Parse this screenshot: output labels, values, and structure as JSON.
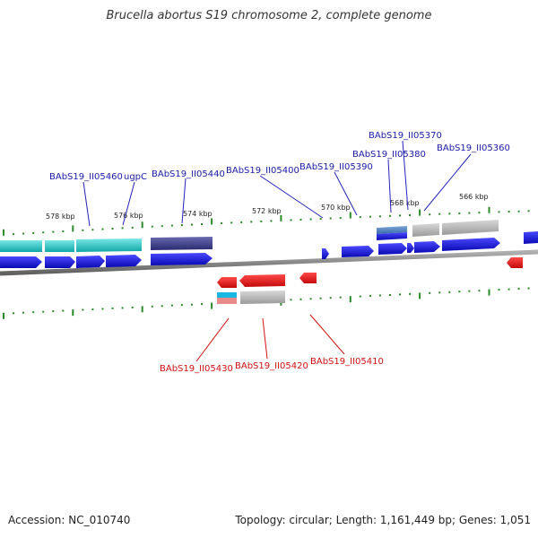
{
  "title": "Brucella abortus S19 chromosome 2, complete genome",
  "footer": {
    "accession": "Accession: NC_010740",
    "stats": "Topology: circular; Length: 1,161,449 bp; Genes: 1,051"
  },
  "scale_labels": [
    "578 kbp",
    "576 kbp",
    "574 kbp",
    "572 kbp",
    "570 kbp",
    "568 kbp",
    "566 kbp"
  ],
  "gene_labels_top": [
    "BAbS19_II05460",
    "ugpC",
    "BAbS19_II05440",
    "BAbS19_II05400",
    "BAbS19_II05390",
    "BAbS19_II05380",
    "BAbS19_II05370",
    "BAbS19_II05360"
  ],
  "gene_labels_bottom": [
    "BAbS19_II05430",
    "BAbS19_II05420",
    "BAbS19_II05410"
  ],
  "colors": {
    "forward_gene": "#1414e6",
    "reverse_gene": "#e61414",
    "cog_cyan": "#18c8c8",
    "cog_purple": "#3c3c8c",
    "cog_gray": "#b4b4b4",
    "backbone": "#8a8a8a",
    "ticks": "#2a8a2a"
  }
}
